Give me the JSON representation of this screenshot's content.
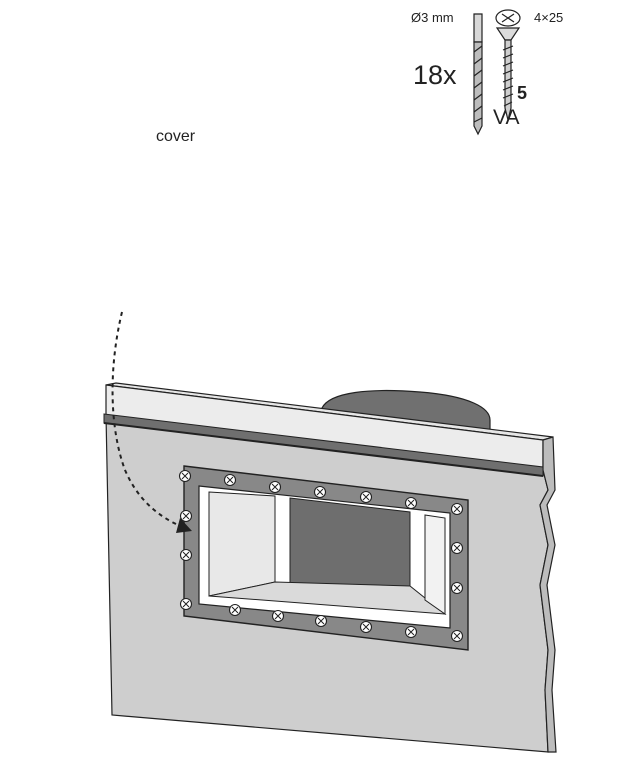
{
  "hardware": {
    "drill_label": "Ø3 mm",
    "screw_size_label": "4×25",
    "quantity_label": "18x",
    "drill_size_number": "5",
    "material_label": "VA"
  },
  "labels": {
    "cover": "cover"
  },
  "colors": {
    "wall_face": "#cecece",
    "wall_top": "#e6e6e6",
    "flange": "#888888",
    "opening_back": "#6e6e6e",
    "pipe": "#707070",
    "screw": "#ffffff",
    "line": "#222222"
  },
  "screws": {
    "count": 18
  }
}
